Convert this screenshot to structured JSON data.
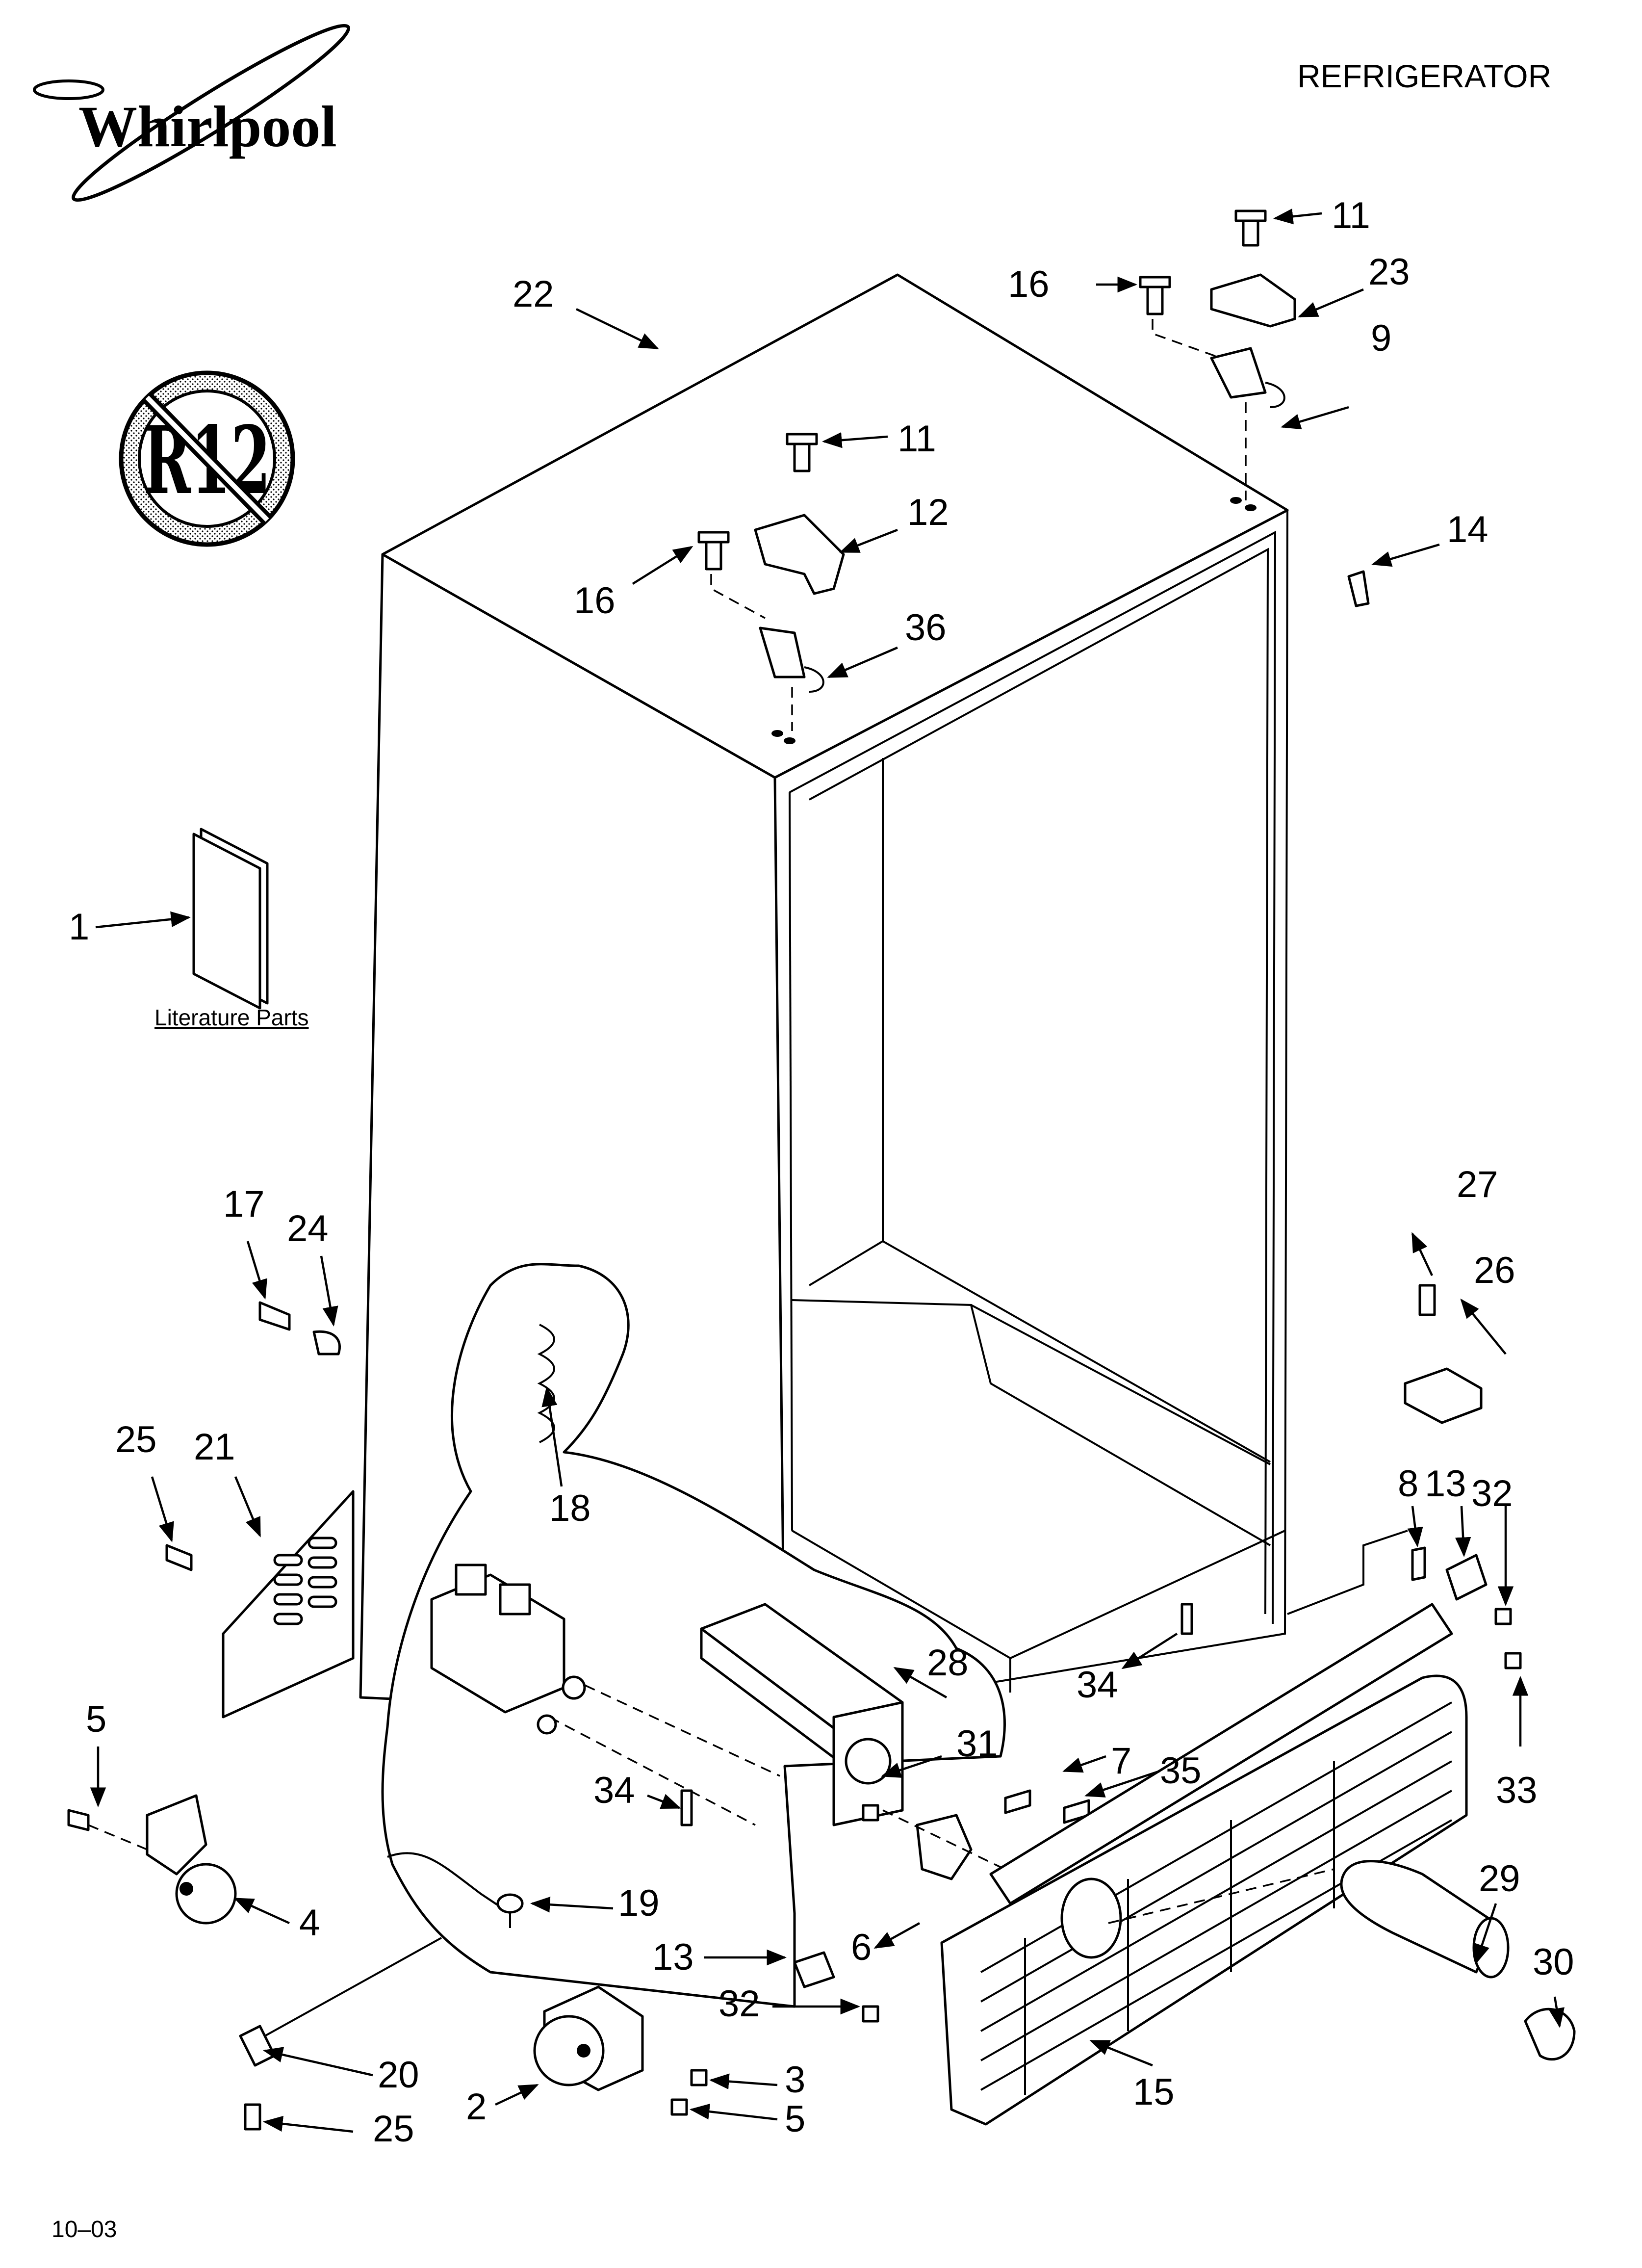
{
  "header": {
    "brand": "Whirlpool",
    "section_title": "REFRIGERATOR"
  },
  "badge": {
    "text": "R12",
    "icon": "no-r12-icon"
  },
  "literature_label": "Literature Parts",
  "footer": {
    "date_code": "10–03"
  },
  "callouts": [
    {
      "id": "1",
      "text": "1"
    },
    {
      "id": "2",
      "text": "2"
    },
    {
      "id": "3",
      "text": "3"
    },
    {
      "id": "4",
      "text": "4"
    },
    {
      "id": "5a",
      "text": "5"
    },
    {
      "id": "5b",
      "text": "5"
    },
    {
      "id": "6",
      "text": "6"
    },
    {
      "id": "7",
      "text": "7"
    },
    {
      "id": "8",
      "text": "8"
    },
    {
      "id": "9",
      "text": "9"
    },
    {
      "id": "11a",
      "text": "11"
    },
    {
      "id": "11b",
      "text": "11"
    },
    {
      "id": "12",
      "text": "12"
    },
    {
      "id": "13a",
      "text": "13"
    },
    {
      "id": "13b",
      "text": "13"
    },
    {
      "id": "14",
      "text": "14"
    },
    {
      "id": "15",
      "text": "15"
    },
    {
      "id": "16a",
      "text": "16"
    },
    {
      "id": "16b",
      "text": "16"
    },
    {
      "id": "17",
      "text": "17"
    },
    {
      "id": "18",
      "text": "18"
    },
    {
      "id": "19",
      "text": "19"
    },
    {
      "id": "20",
      "text": "20"
    },
    {
      "id": "21",
      "text": "21"
    },
    {
      "id": "22",
      "text": "22"
    },
    {
      "id": "23",
      "text": "23"
    },
    {
      "id": "24",
      "text": "24"
    },
    {
      "id": "25a",
      "text": "25"
    },
    {
      "id": "25b",
      "text": "25"
    },
    {
      "id": "26",
      "text": "26"
    },
    {
      "id": "27",
      "text": "27"
    },
    {
      "id": "28",
      "text": "28"
    },
    {
      "id": "29",
      "text": "29"
    },
    {
      "id": "30",
      "text": "30"
    },
    {
      "id": "31",
      "text": "31"
    },
    {
      "id": "32a",
      "text": "32"
    },
    {
      "id": "32b",
      "text": "32"
    },
    {
      "id": "33",
      "text": "33"
    },
    {
      "id": "34a",
      "text": "34"
    },
    {
      "id": "34b",
      "text": "34"
    },
    {
      "id": "35",
      "text": "35"
    },
    {
      "id": "36",
      "text": "36"
    }
  ]
}
